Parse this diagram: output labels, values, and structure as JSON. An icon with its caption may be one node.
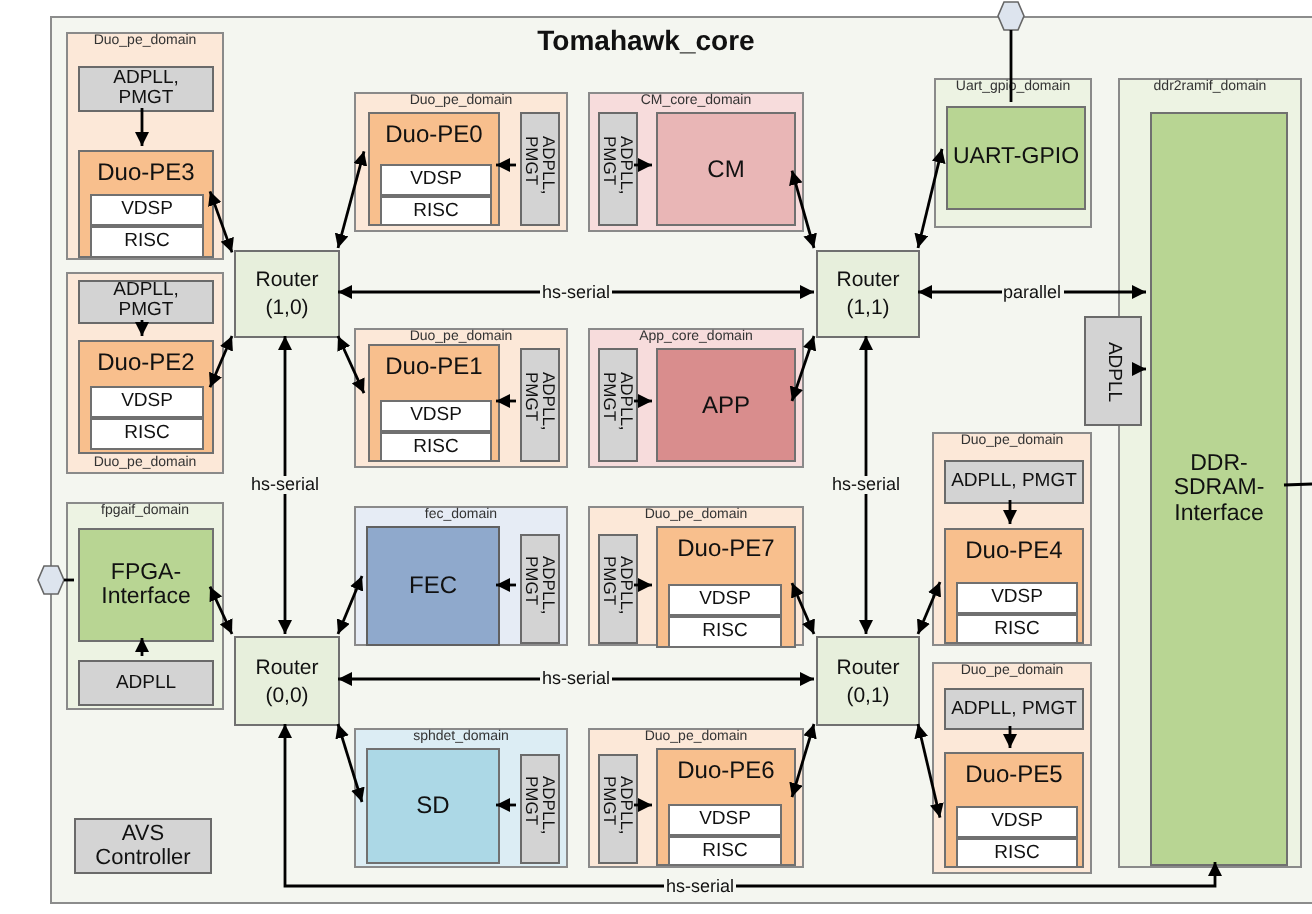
{
  "diagram": {
    "nodes": [
      {
        "text": [
          "Tomahawk_core"
        ]
      },
      {
        "text": [
          "Duo_pe_domain"
        ],
        "in": 0
      },
      {
        "text": [
          "ADPLL, PMGT"
        ],
        "in": 1
      },
      {
        "text": [
          "Duo-PE3"
        ],
        "in": 1
      },
      {
        "text": [
          "VDSP"
        ],
        "in": 3
      },
      {
        "text": [
          "RISC"
        ],
        "in": 3
      },
      {
        "text": [
          "Duo_pe_domain"
        ],
        "in": 0
      },
      {
        "text": [
          "Duo-PE0"
        ],
        "in": 6
      },
      {
        "text": [
          "VDSP"
        ],
        "in": 7
      },
      {
        "text": [
          "RISC"
        ],
        "in": 7
      },
      {
        "text": [
          "ADPLL, PMGT"
        ],
        "in": 6
      },
      {
        "text": [
          "CM_core_domain"
        ],
        "in": 0
      },
      {
        "text": [
          "ADPLL, PMGT"
        ],
        "in": 11
      },
      {
        "text": [
          "CM"
        ],
        "in": 11
      },
      {
        "text": [
          "Uart_gpio_domain"
        ],
        "in": 0
      },
      {
        "text": [
          "UART-GPIO"
        ],
        "in": 14
      },
      {
        "text": [
          "ddr2ramif_domain"
        ],
        "in": 0
      },
      {
        "text": [
          "DDR-SDRAM-Interface"
        ],
        "in": 16
      },
      {
        "text": [
          "ADPLL"
        ],
        "in": 0
      },
      {
        "text": [
          "Duo_pe_domain"
        ],
        "in": 0
      },
      {
        "text": [
          "ADPLL, PMGT"
        ],
        "in": 19
      },
      {
        "text": [
          "Duo-PE2"
        ],
        "in": 19
      },
      {
        "text": [
          "VDSP"
        ],
        "in": 21
      },
      {
        "text": [
          "RISC"
        ],
        "in": 21
      },
      {
        "text": [
          "Router (1,0)"
        ],
        "in": 0
      },
      {
        "text": [
          "Router (1,1)"
        ],
        "in": 0
      },
      {
        "text": [
          "Duo_pe_domain"
        ],
        "in": 0
      },
      {
        "text": [
          "Duo-PE1"
        ],
        "in": 26
      },
      {
        "text": [
          "VDSP"
        ],
        "in": 27
      },
      {
        "text": [
          "RISC"
        ],
        "in": 27
      },
      {
        "text": [
          "ADPLL, PMGT"
        ],
        "in": 26
      },
      {
        "text": [
          "App_core_domain"
        ],
        "in": 0
      },
      {
        "text": [
          "ADPLL, PMGT"
        ],
        "in": 31
      },
      {
        "text": [
          "APP"
        ],
        "in": 31
      },
      {
        "text": [
          "fpgaif_domain"
        ],
        "in": 0
      },
      {
        "text": [
          "FPGA-Interface"
        ],
        "in": 34
      },
      {
        "text": [
          "ADPLL"
        ],
        "in": 34
      },
      {
        "text": [
          "Router (0,0)"
        ],
        "in": 0
      },
      {
        "text": [
          "fec_domain"
        ],
        "in": 0
      },
      {
        "text": [
          "FEC"
        ],
        "in": 38
      },
      {
        "text": [
          "ADPLL, PMGT"
        ],
        "in": 38
      },
      {
        "text": [
          "Duo_pe_domain"
        ],
        "in": 0
      },
      {
        "text": [
          "ADPLL, PMGT"
        ],
        "in": 41
      },
      {
        "text": [
          "Duo-PE7"
        ],
        "in": 41
      },
      {
        "text": [
          "VDSP"
        ],
        "in": 43
      },
      {
        "text": [
          "RISC"
        ],
        "in": 43
      },
      {
        "text": [
          "Duo_pe_domain"
        ],
        "in": 0
      },
      {
        "text": [
          "ADPLL, PMGT"
        ],
        "in": 46
      },
      {
        "text": [
          "Duo-PE4"
        ],
        "in": 46
      },
      {
        "text": [
          "VDSP"
        ],
        "in": 48
      },
      {
        "text": [
          "RISC"
        ],
        "in": 48
      },
      {
        "text": [
          "Router (0,1)"
        ],
        "in": 0
      },
      {
        "text": [
          "sphdet_domain"
        ],
        "in": 0
      },
      {
        "text": [
          "SD"
        ],
        "in": 52
      },
      {
        "text": [
          "ADPLL, PMGT"
        ],
        "in": 52
      },
      {
        "text": [
          "Duo_pe_domain"
        ],
        "in": 0
      },
      {
        "text": [
          "ADPLL, PMGT"
        ],
        "in": 55
      },
      {
        "text": [
          "Duo-PE6"
        ],
        "in": 55
      },
      {
        "text": [
          "VDSP"
        ],
        "in": 57
      },
      {
        "text": [
          "RISC"
        ],
        "in": 57
      },
      {
        "text": [
          "Duo_pe_domain"
        ],
        "in": 0
      },
      {
        "text": [
          "ADPLL, PMGT"
        ],
        "in": 60
      },
      {
        "text": [
          "Duo-PE5"
        ],
        "in": 60
      },
      {
        "text": [
          "VDSP"
        ],
        "in": 62
      },
      {
        "text": [
          "RISC"
        ],
        "in": 62
      },
      {
        "text": [
          "AVS Controller"
        ],
        "in": 0
      },
      {
        "text": [],
        "shape": "hexagon"
      },
      {
        "text": [],
        "shape": "hexagon"
      }
    ],
    "edges": [
      {
        "from": 2,
        "to": 3,
        "arrow": "to"
      },
      {
        "from": 10,
        "to": 7,
        "arrow": "to"
      },
      {
        "from": 12,
        "to": 13,
        "arrow": "to"
      },
      {
        "from": 20,
        "to": 21,
        "arrow": "to"
      },
      {
        "from": 30,
        "to": 27,
        "arrow": "to"
      },
      {
        "from": 32,
        "to": 33,
        "arrow": "to"
      },
      {
        "from": 36,
        "to": 35,
        "arrow": "to"
      },
      {
        "from": 40,
        "to": 39,
        "arrow": "to"
      },
      {
        "from": 42,
        "to": 43,
        "arrow": "to"
      },
      {
        "from": 47,
        "to": 48,
        "arrow": "to"
      },
      {
        "from": 54,
        "to": 53,
        "arrow": "to"
      },
      {
        "from": 56,
        "to": 57,
        "arrow": "to"
      },
      {
        "from": 61,
        "to": 62,
        "arrow": "to"
      },
      {
        "from": 18,
        "to": 17,
        "arrow": "to"
      },
      {
        "from": 24,
        "to": 3,
        "arrow": "both"
      },
      {
        "from": 24,
        "to": 21,
        "arrow": "both"
      },
      {
        "from": 24,
        "to": 7,
        "arrow": "both"
      },
      {
        "from": 24,
        "to": 27,
        "arrow": "both"
      },
      {
        "from": 25,
        "to": 13,
        "arrow": "both"
      },
      {
        "from": 25,
        "to": 15,
        "arrow": "both"
      },
      {
        "from": 25,
        "to": 33,
        "arrow": "both"
      },
      {
        "from": 24,
        "to": 25,
        "label": "hs-serial",
        "arrow": "both"
      },
      {
        "from": 25,
        "to": 17,
        "label": "parallel",
        "arrow": "both"
      },
      {
        "from": 24,
        "to": 37,
        "label": "hs-serial",
        "arrow": "both"
      },
      {
        "from": 25,
        "to": 51,
        "label": "hs-serial",
        "arrow": "both"
      },
      {
        "from": 37,
        "to": 51,
        "label": "hs-serial",
        "arrow": "both"
      },
      {
        "from": 37,
        "to": 35,
        "arrow": "both"
      },
      {
        "from": 37,
        "to": 39,
        "arrow": "both"
      },
      {
        "from": 37,
        "to": 53,
        "arrow": "both"
      },
      {
        "from": 51,
        "to": 43,
        "arrow": "both"
      },
      {
        "from": 51,
        "to": 48,
        "arrow": "both"
      },
      {
        "from": 51,
        "to": 57,
        "arrow": "both"
      },
      {
        "from": 51,
        "to": 62,
        "arrow": "both"
      },
      {
        "from": 37,
        "to": 17,
        "label": "hs-serial",
        "arrow": "both"
      },
      {
        "from": 66,
        "to": 15,
        "arrow": "none"
      },
      {
        "from": 67,
        "to": 35,
        "arrow": "none"
      },
      {
        "from": 17,
        "to": null,
        "arrow": "none"
      }
    ]
  }
}
